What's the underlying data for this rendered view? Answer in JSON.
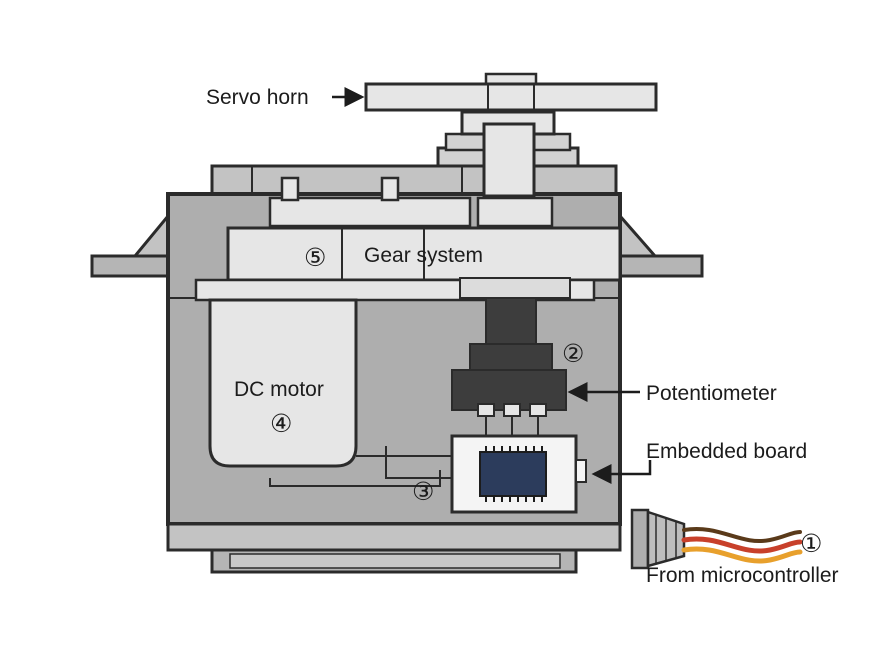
{
  "labels": {
    "servo_horn": "Servo horn",
    "gear_system": "Gear system",
    "dc_motor": "DC motor",
    "potentiometer": "Potentiometer",
    "embedded_board": "Embedded board",
    "from_microcontroller": "From microcontroller"
  },
  "markers": {
    "gear": "⑤",
    "potentiometer": "②",
    "board": "③",
    "motor": "④",
    "cable": "①"
  },
  "colors": {
    "housing": "#aeaeae",
    "housing_light": "#c3c3c3",
    "part_fill": "#e6e6e6",
    "outline": "#2b2b2b",
    "potentiometer": "#3d3d3d",
    "chip": "#2c3c5c",
    "wire_red": "#c8402a",
    "wire_orange": "#e8a02c"
  }
}
